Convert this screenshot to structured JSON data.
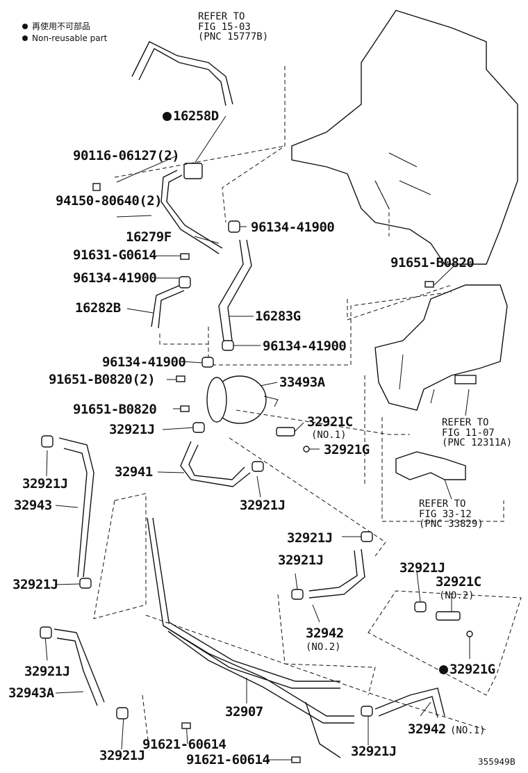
{
  "legend": {
    "nonreusable_jp": "再使用不可部品",
    "nonreusable_en": "Non-reusable part"
  },
  "refs": {
    "fig1503": [
      "REFER TO",
      "FIG 15-03",
      "(PNC 15777B)"
    ],
    "fig1107": [
      "REFER TO",
      "FIG 11-07",
      "(PNC 12311A)"
    ],
    "fig3312": [
      "REFER TO",
      "FIG 33-12",
      "(PNC 33829)"
    ]
  },
  "labels": {
    "p16258D": "16258D",
    "p90116": "90116-06127(2)",
    "p94150": "94150-80640(2)",
    "p16279F": "16279F",
    "p91631": "91631-G0614",
    "p96134a": "96134-41900",
    "p96134b": "96134-41900",
    "p16282B": "16282B",
    "p16283G": "16283G",
    "p96134c": "96134-41900",
    "p96134d": "96134-41900",
    "p91651a": "91651-B0820(2)",
    "p33493A": "33493A",
    "p91651b": "91651-B0820",
    "p91651c": "91651-B0820",
    "p32921Ja": "32921J",
    "p32921C1": "32921C",
    "p32921C1sub": "(NO.1)",
    "p32921Ga": "32921G",
    "p32941": "32941",
    "p32921Jb": "32921J",
    "p32921Jc": "32921J",
    "p32943": "32943",
    "p32921Jd": "32921J",
    "p32921Je": "32921J",
    "p32921Jf": "32921J",
    "p32921Jg": "32921J",
    "p32921C2": "32921C",
    "p32921C2sub": "(NO.2)",
    "p32942a": "32942",
    "p32942asub": "(NO.2)",
    "p32921Gb": "32921G",
    "p32921Jh": "32921J",
    "p32943A": "32943A",
    "p32907": "32907",
    "p91621a": "91621-60614",
    "p91621b": "91621-60614",
    "p32921Ji": "32921J",
    "p32942b": "32942",
    "p32942bsub": "(NO.1)",
    "p32921Jj": "32921J",
    "diagram_id": "355949B"
  }
}
